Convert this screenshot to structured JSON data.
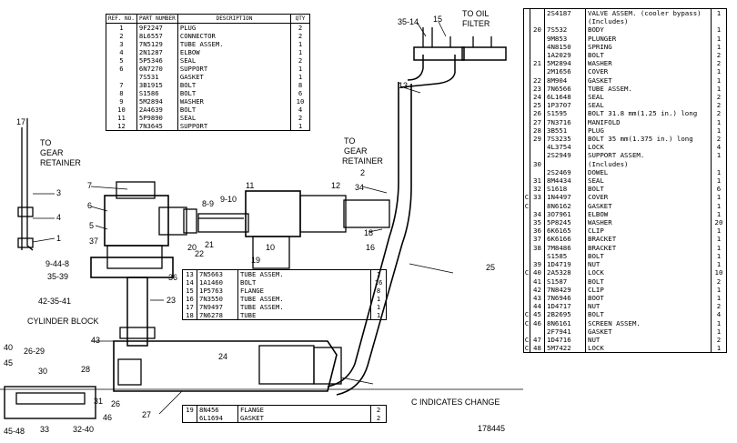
{
  "header": {
    "to_oil_filter_1": "TO OIL",
    "to_oil_filter_2": "FILTER",
    "to_gear_retainer_a_1": "TO",
    "to_gear_retainer_a_2": "GEAR",
    "to_gear_retainer_a_3": "RETAINER",
    "to_gear_retainer_b_1": "TO",
    "to_gear_retainer_b_2": "GEAR",
    "to_gear_retainer_b_3": "RETAINER",
    "cylinder_block": "CYLINDER BLOCK",
    "change_note": "C INDICATES CHANGE",
    "illustration_number": "178445"
  },
  "callouts": [
    "35-14",
    "15",
    "13",
    "7",
    "6",
    "5",
    "37",
    "9-44-8",
    "35-39",
    "42-35-41",
    "40",
    "45",
    "45-48",
    "26-29",
    "30",
    "31",
    "33",
    "32-40",
    "46",
    "28",
    "27",
    "26",
    "43",
    "24",
    "23",
    "36",
    "8-9",
    "9-10",
    "11",
    "12",
    "19",
    "20",
    "21",
    "22",
    "10",
    "34",
    "2",
    "3",
    "4",
    "1",
    "17",
    "18",
    "16",
    "25"
  ],
  "table_a": {
    "headers": [
      "REF. NO.",
      "PART NUMBER",
      "DESCRIPTION",
      "QTY"
    ],
    "rows": [
      [
        "1",
        "9F2247",
        "PLUG",
        "2"
      ],
      [
        "2",
        "8L6557",
        "CONNECTOR",
        "2"
      ],
      [
        "3",
        "7N5129",
        "TUBE ASSEM.",
        "1"
      ],
      [
        "4",
        "2N1287",
        "ELBOW",
        "1"
      ],
      [
        "5",
        "5P5346",
        "SEAL",
        "2"
      ],
      [
        "6",
        "6N7270",
        "SUPPORT",
        "1"
      ],
      [
        "",
        "7S531",
        "GASKET",
        "1"
      ],
      [
        "7",
        "3B1915",
        "BOLT",
        "8"
      ],
      [
        "8",
        "S1586",
        "BOLT",
        "6"
      ],
      [
        "9",
        "5M2894",
        "WASHER",
        "10"
      ],
      [
        "10",
        "2A4639",
        "BOLT",
        "4"
      ],
      [
        "11",
        "5P9890",
        "SEAL",
        "2"
      ],
      [
        "12",
        "7N3645",
        "SUPPORT",
        "1"
      ]
    ]
  },
  "table_b": {
    "rows": [
      [
        "13",
        "7N5663",
        "TUBE ASSEM.",
        "1"
      ],
      [
        "14",
        "1A1460",
        "BOLT",
        "16"
      ],
      [
        "15",
        "1P5763",
        "FLANGE",
        "8"
      ],
      [
        "16",
        "7N3550",
        "TUBE ASSEM.",
        "1"
      ],
      [
        "17",
        "7N9497",
        "TUBE ASSEM.",
        "1"
      ],
      [
        "18",
        "7N6278",
        "TUBE",
        "1"
      ]
    ]
  },
  "table_c": {
    "rows": [
      [
        "19",
        "8N456",
        "FLANGE",
        "2"
      ],
      [
        "",
        "6L1694",
        "GASKET",
        "2"
      ]
    ]
  },
  "table_r": {
    "rows": [
      [
        "",
        "",
        "2S4187",
        "VALVE ASSEM. (cooler bypass)",
        "1"
      ],
      [
        "",
        "",
        "",
        "(Includes)",
        ""
      ],
      [
        "",
        "20",
        "7S532",
        "BODY",
        "1"
      ],
      [
        "",
        "",
        "9M853",
        "PLUNGER",
        "1"
      ],
      [
        "",
        "",
        "4N8150",
        "SPRING",
        "1"
      ],
      [
        "",
        "",
        "1A2029",
        "BOLT",
        "2"
      ],
      [
        "",
        "21",
        "5M2894",
        "WASHER",
        "2"
      ],
      [
        "",
        "",
        "2M1656",
        "COVER",
        "1"
      ],
      [
        "",
        "22",
        "8M904",
        "GASKET",
        "1"
      ],
      [
        "",
        "23",
        "7N6566",
        "TUBE ASSEM.",
        "1"
      ],
      [
        "",
        "24",
        "6L1648",
        "SEAL",
        "2"
      ],
      [
        "",
        "25",
        "1P3707",
        "SEAL",
        "2"
      ],
      [
        "",
        "26",
        "S1595",
        "BOLT  31.8 mm(1.25 in.) long",
        "2"
      ],
      [
        "",
        "27",
        "7N3716",
        "MANIFOLD",
        "1"
      ],
      [
        "",
        "28",
        "3B551",
        "PLUG",
        "1"
      ],
      [
        "",
        "29",
        "7S3235",
        "BOLT  35 mm(1.375 in.) long",
        "2"
      ],
      [
        "",
        "",
        "4L3754",
        "LOCK",
        "4"
      ],
      [
        "",
        "",
        "2S2949",
        "SUPPORT ASSEM.",
        "1"
      ],
      [
        "",
        "30",
        "",
        "(Includes)",
        ""
      ],
      [
        "",
        "",
        "2S2469",
        "DOWEL",
        "1"
      ],
      [
        "",
        "31",
        "8M4434",
        "SEAL",
        "1"
      ],
      [
        "",
        "32",
        "S1618",
        "BOLT",
        "6"
      ],
      [
        "C",
        "33",
        "1N4497",
        "COVER",
        "1"
      ],
      [
        "C",
        "",
        "8N6162",
        "GASKET",
        "1"
      ],
      [
        "",
        "34",
        "3O7961",
        "ELBOW",
        "1"
      ],
      [
        "",
        "35",
        "5P8245",
        "WASHER",
        "20"
      ],
      [
        "",
        "36",
        "6K6165",
        "CLIP",
        "1"
      ],
      [
        "",
        "37",
        "6K6166",
        "BRACKET",
        "1"
      ],
      [
        "",
        "38",
        "7M8486",
        "BRACKET",
        "1"
      ],
      [
        "",
        "",
        "S1585",
        "BOLT",
        "1"
      ],
      [
        "",
        "39",
        "1D4719",
        "NUT",
        "1"
      ],
      [
        "C",
        "40",
        "2A5328",
        "LOCK",
        "10"
      ],
      [
        "",
        "41",
        "S1587",
        "BOLT",
        "2"
      ],
      [
        "",
        "42",
        "7N8429",
        "CLIP",
        "1"
      ],
      [
        "",
        "43",
        "7N6946",
        "BOOT",
        "1"
      ],
      [
        "",
        "44",
        "1D4717",
        "NUT",
        "2"
      ],
      [
        "C",
        "45",
        "2B2695",
        "BOLT",
        "4"
      ],
      [
        "C",
        "46",
        "8N6161",
        "SCREEN ASSEM.",
        "1"
      ],
      [
        "",
        "",
        "2F7941",
        "GASKET",
        "1"
      ],
      [
        "C",
        "47",
        "1D4716",
        "NUT",
        "2"
      ],
      [
        "C",
        "48",
        "5M7422",
        "LOCK",
        "1"
      ]
    ]
  }
}
